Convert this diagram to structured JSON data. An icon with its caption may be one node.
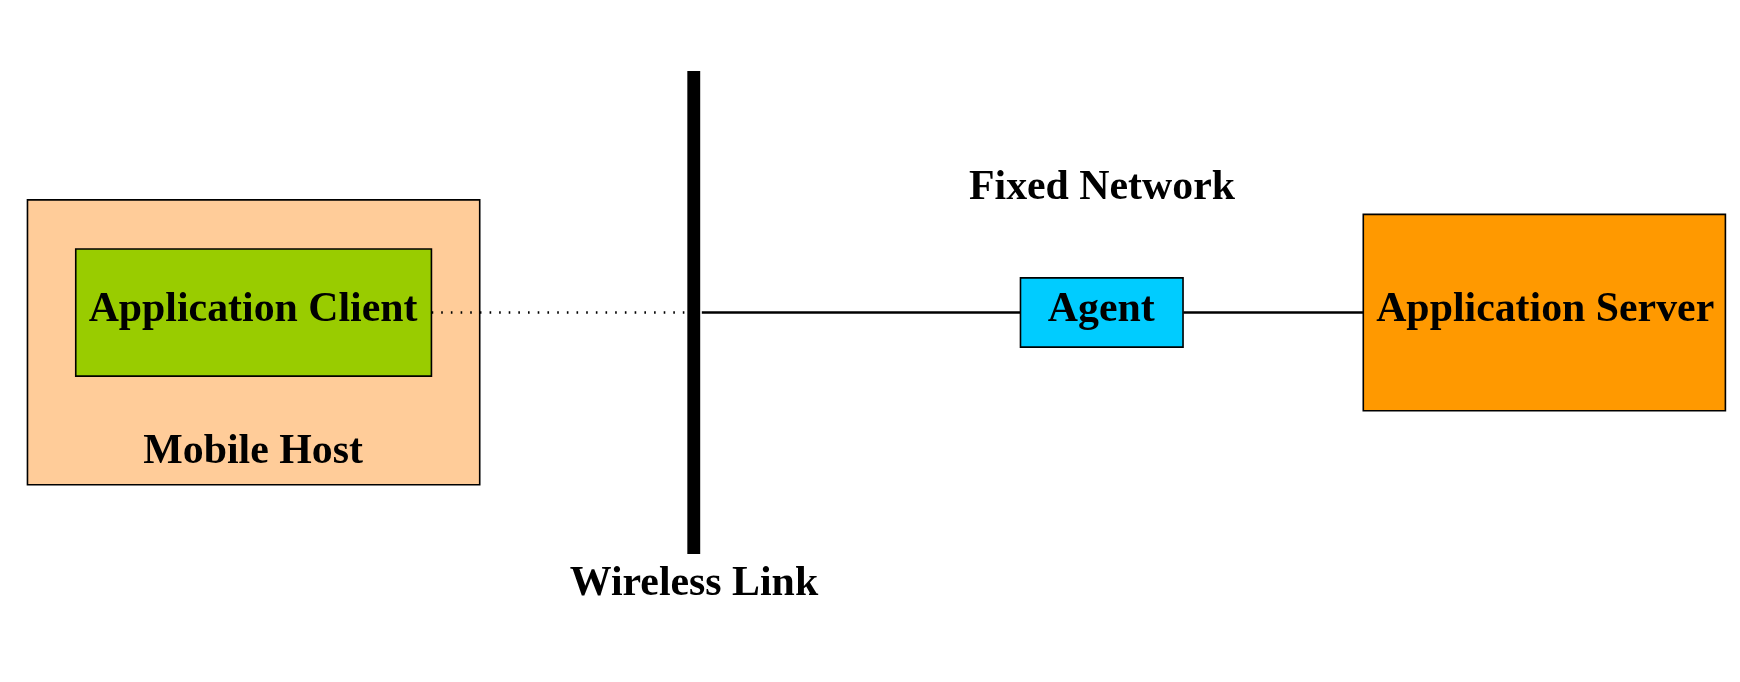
{
  "diagram": {
    "nodes": [
      {
        "text": [
          "Mobile Host"
        ]
      },
      {
        "text": [
          "Application Client"
        ],
        "in": 0
      },
      {
        "text": [
          "Wireless Link"
        ]
      },
      {
        "text": [
          "Agent"
        ]
      },
      {
        "text": [
          "Application Server"
        ]
      }
    ],
    "edges": [
      {
        "from": 1,
        "to": 2,
        "arrow": "none",
        "style": "dashed"
      },
      {
        "from": 2,
        "to": 3,
        "arrow": "none"
      },
      {
        "from": 3,
        "to": 4,
        "arrow": "none"
      }
    ],
    "labels": [
      "Fixed Network"
    ]
  }
}
